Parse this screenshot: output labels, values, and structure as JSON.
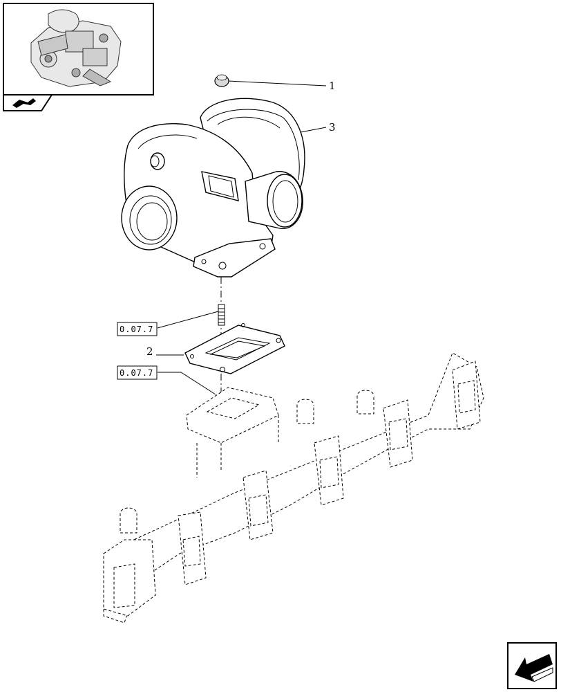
{
  "callouts": [
    {
      "id": "item-1",
      "label": "1"
    },
    {
      "id": "item-2",
      "label": "2"
    },
    {
      "id": "item-3",
      "label": "3"
    }
  ],
  "references": [
    {
      "id": "ref-stud",
      "label": "0.07.7"
    },
    {
      "id": "ref-manifold",
      "label": "0.07.7"
    }
  ],
  "icons": {
    "thumbnail": "engine-thumbnail-icon",
    "tab": "assembly-tab-icon",
    "nav": "next-page-arrow-icon"
  }
}
